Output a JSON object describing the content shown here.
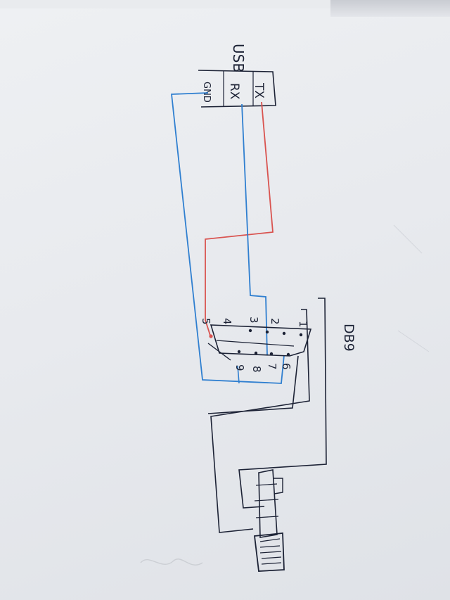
{
  "usb": {
    "label": "USB",
    "pins": [
      "TX",
      "RX",
      "GND"
    ]
  },
  "db9": {
    "label": "DB9",
    "pins": [
      "1",
      "2",
      "3",
      "4",
      "5",
      "6",
      "7",
      "8",
      "9"
    ]
  },
  "colors": {
    "tx_wire": "#d9534f",
    "rx_wire": "#2f7fd0",
    "gnd_wire": "#2f7fd0",
    "ink": "#1c2235"
  }
}
